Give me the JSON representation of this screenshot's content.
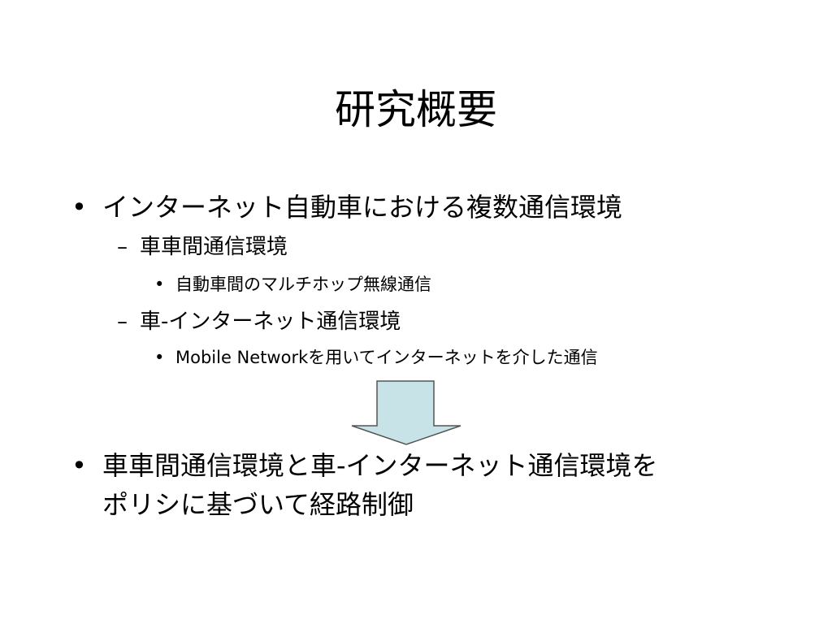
{
  "slide": {
    "title": "研究概要",
    "bullets": {
      "l1_a": "インターネット自動車における複数通信環境",
      "l2_a": "車車間通信環境",
      "l3_a": "自動車間のマルチホップ無線通信",
      "l2_b": "車-インターネット通信環境",
      "l3_b": "Mobile Networkを用いてインターネットを介した通信",
      "l1_b_line1": "車車間通信環境と車-インターネット通信環境を",
      "l1_b_line2": "ポリシに基づいて経路制御"
    },
    "markers": {
      "level1": "•",
      "level2": "–",
      "level3": "•"
    },
    "colors": {
      "arrow_fill": "#c7e3e8",
      "arrow_stroke": "#555555",
      "text": "#000000",
      "background": "#ffffff"
    },
    "icons": {
      "arrow": "down-arrow-icon"
    }
  }
}
